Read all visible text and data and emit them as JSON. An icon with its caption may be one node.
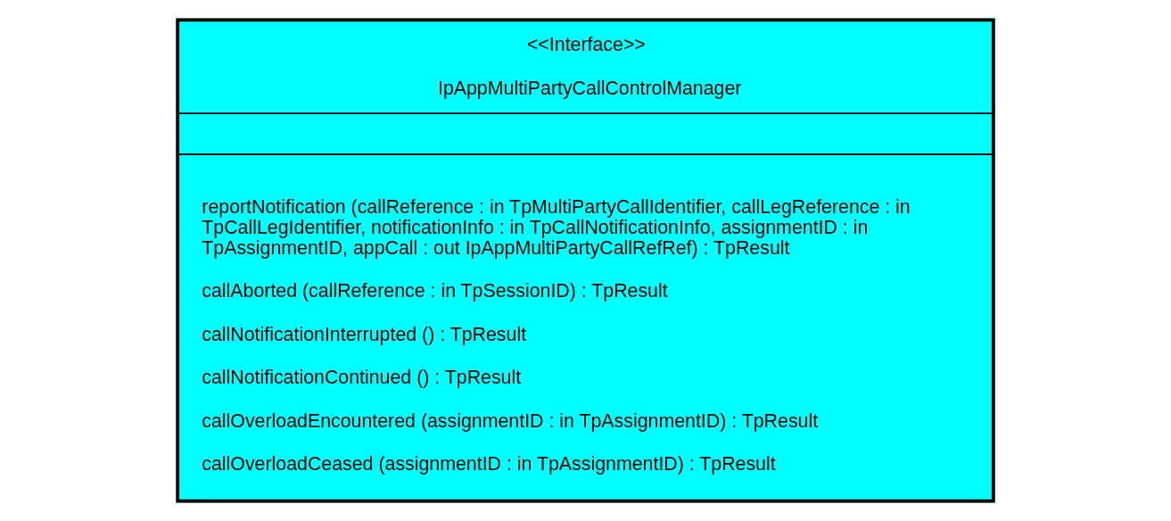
{
  "diagram": {
    "nodes": [
      {
        "text": [
          "<<Interface>>",
          "IpAppMultiPartyCallControlManager",
          "reportNotification (callReference : in TpMultiPartyCallIdentifier, callLegReference : in TpCallLegIdentifier, notificationInfo : in TpCallNotificationInfo, assignmentID : in TpAssignmentID, appCall : out IpAppMultiPartyCallRefRef) : TpResult",
          "callAborted (callReference : in TpSessionID) : TpResult",
          "callNotificationInterrupted () : TpResult",
          "callNotificationContinued () : TpResult",
          "callOverloadEncountered (assignmentID : in TpAssignmentID) : TpResult",
          "callOverloadCeased (assignmentID : in TpAssignmentID) : TpResult"
        ]
      }
    ],
    "edges": []
  }
}
